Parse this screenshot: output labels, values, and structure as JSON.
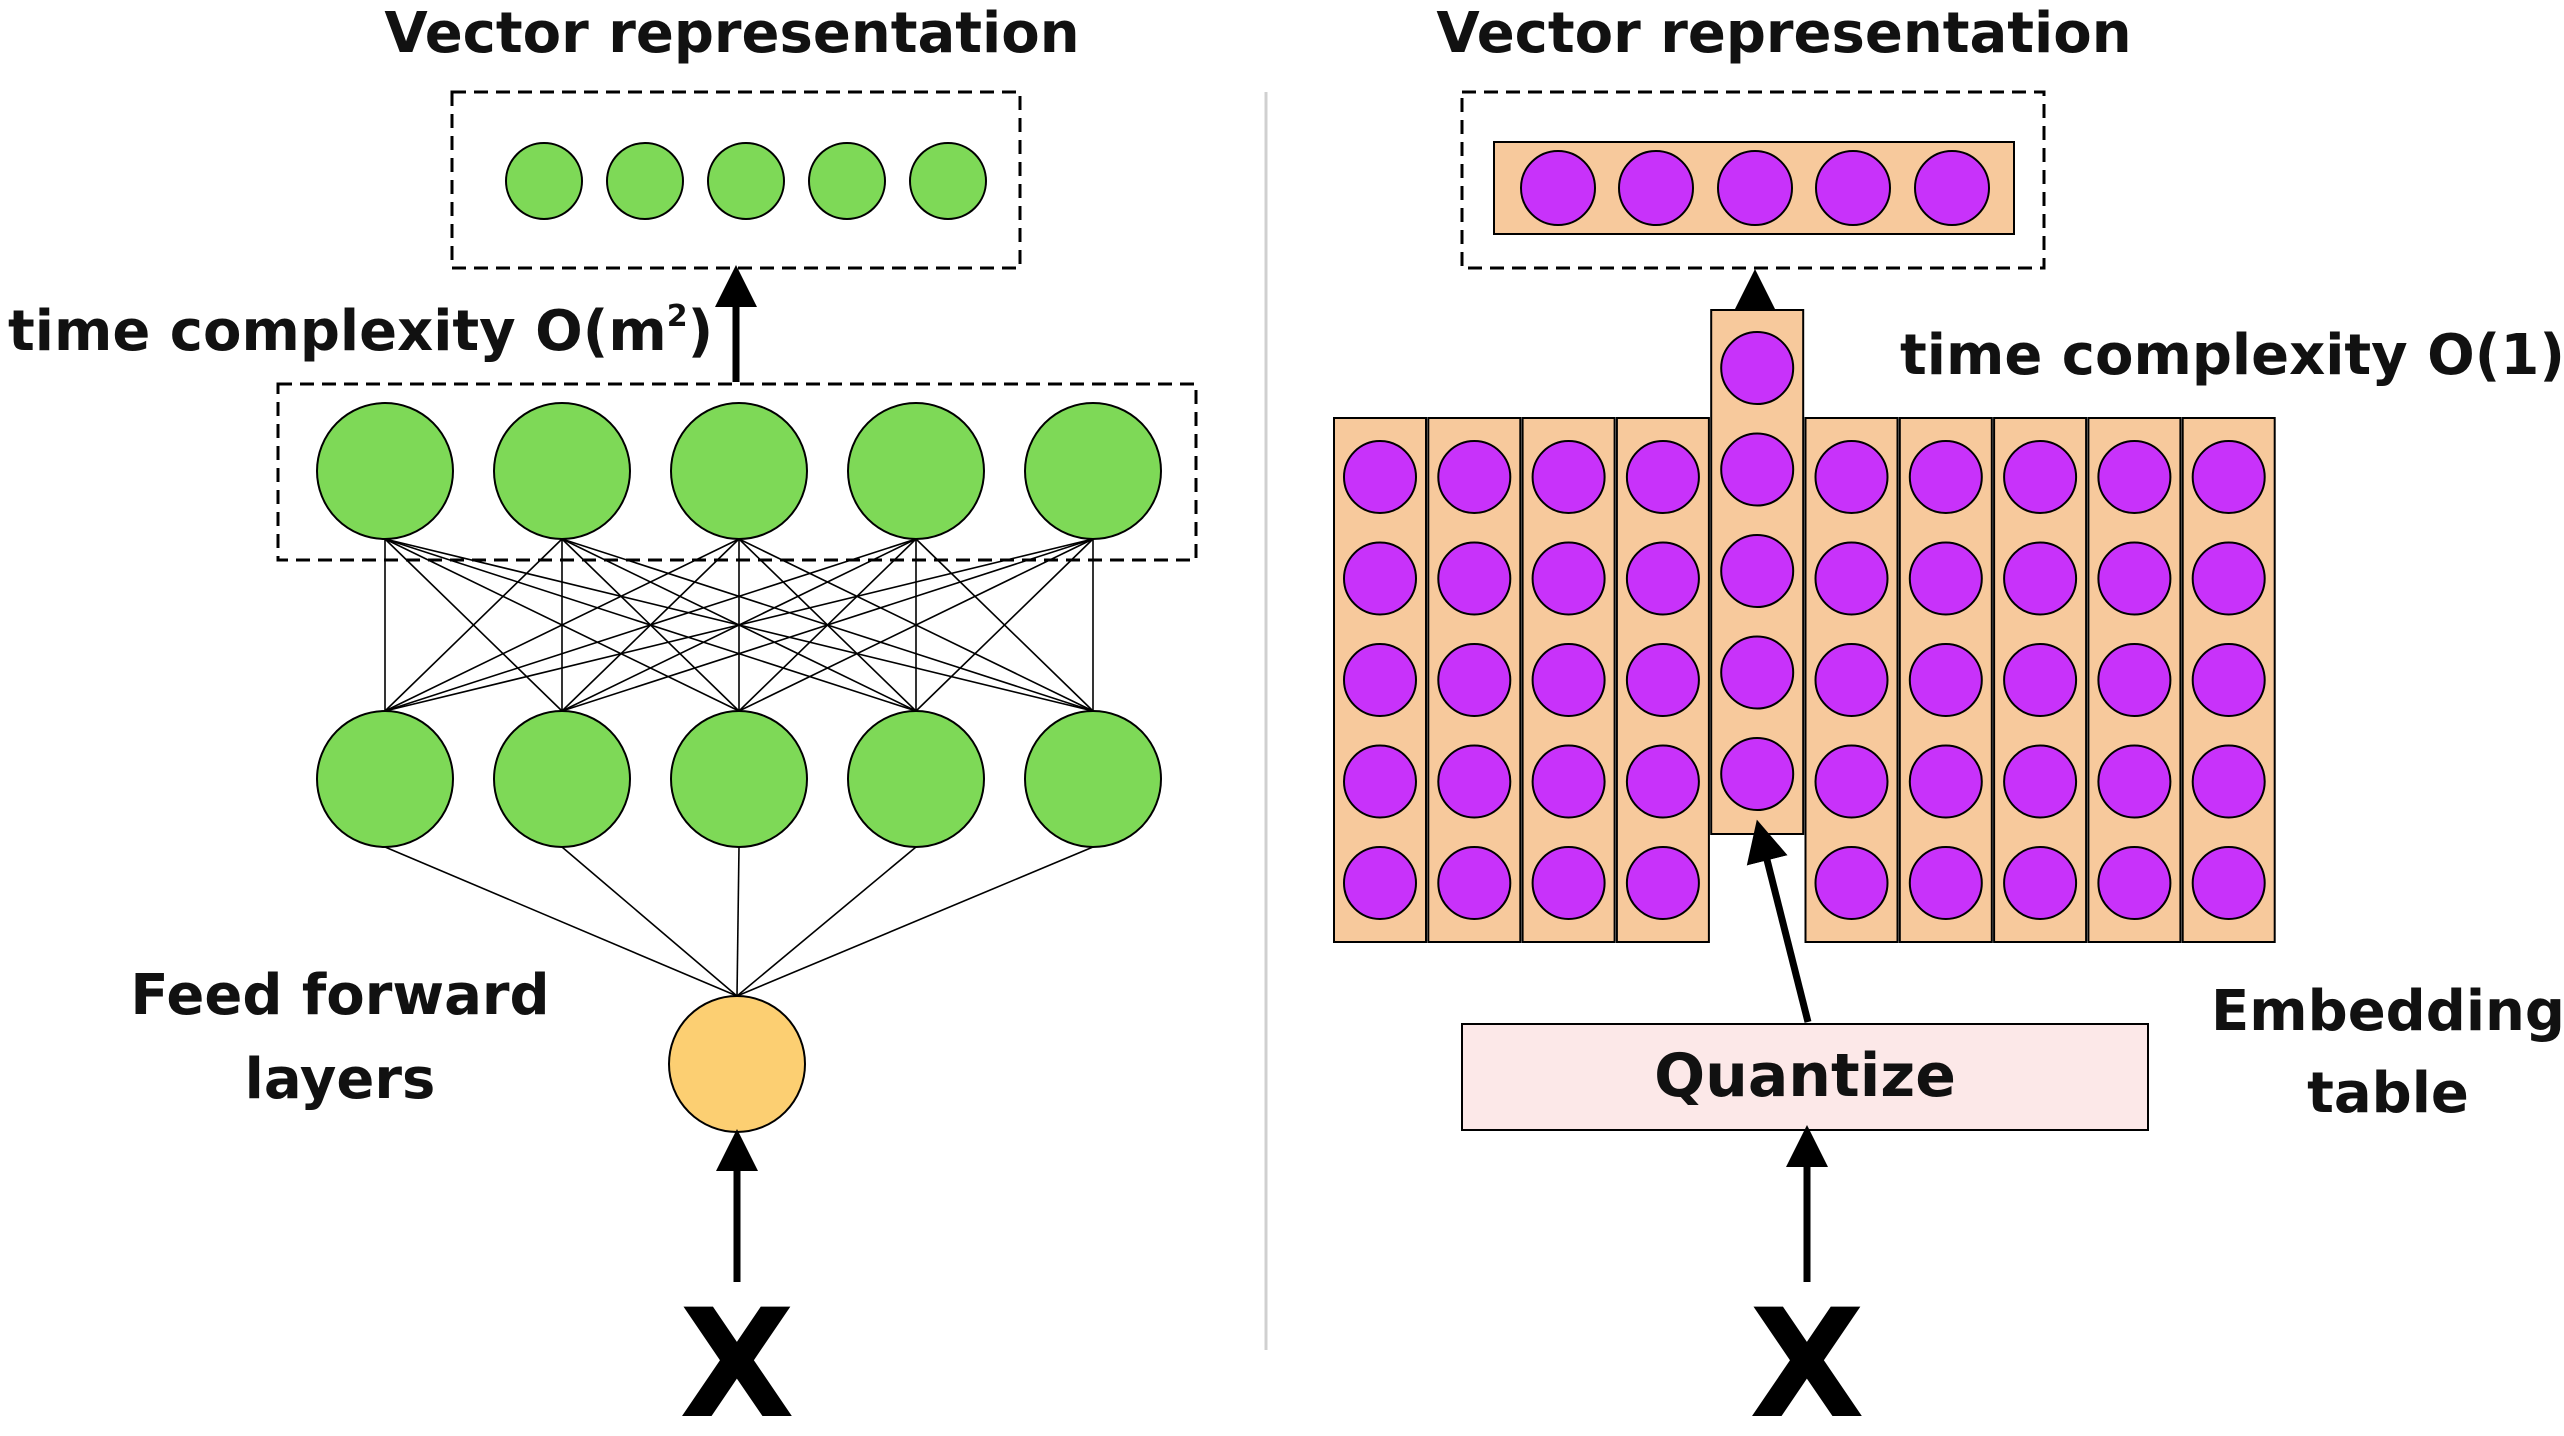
{
  "left_panel": {
    "title": "Vector representation",
    "complexity_label": "time complexity O(m",
    "complexity_sup": "2",
    "complexity_close": ")",
    "layers_label_line1": "Feed forward",
    "layers_label_line2": "layers",
    "input_label": "X",
    "output_node_count": 5,
    "hidden_node_count": 5,
    "lower_node_count": 5
  },
  "right_panel": {
    "title": "Vector representation",
    "complexity_label": "time complexity O(1)",
    "quantize_label": "Quantize",
    "table_label_line1": "Embedding",
    "table_label_line2": "table",
    "input_label": "X",
    "table_columns": 10,
    "rows_per_column": 5,
    "selected_column_index": 4,
    "output_node_count": 5
  },
  "colors": {
    "green_node": "#7ED957",
    "input_node": "#FCCF72",
    "purple_node": "#C832FA",
    "table_bg": "#F7C99C",
    "quantize_bg": "#FCE8E8",
    "divider": "#D0D0D0"
  }
}
